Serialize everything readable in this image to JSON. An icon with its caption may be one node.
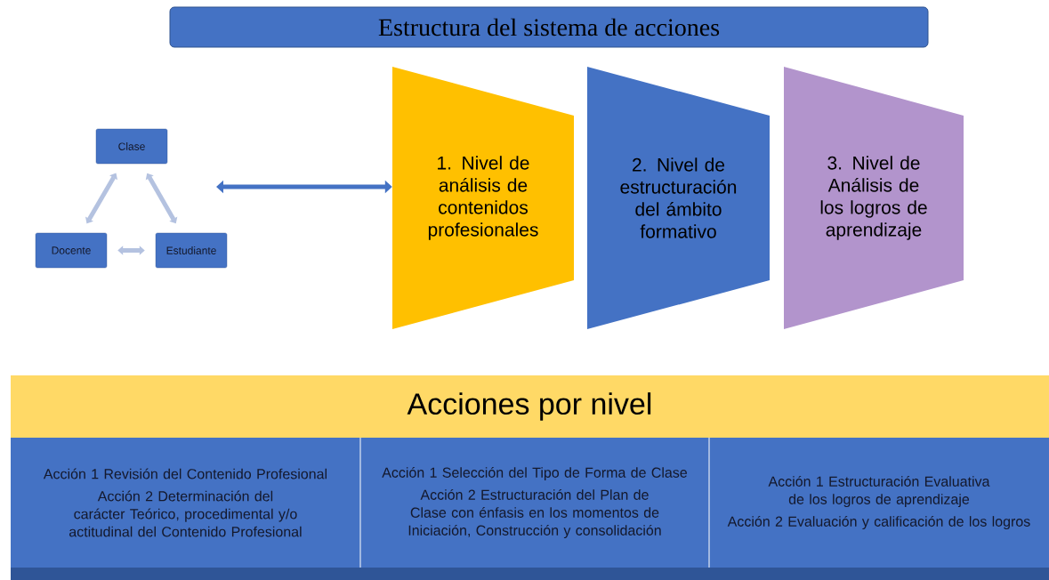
{
  "diagram": {
    "title": "Estructura del sistema de acciones",
    "nodes": [
      {
        "text": [
          "Clase"
        ]
      },
      {
        "text": [
          "Docente"
        ]
      },
      {
        "text": [
          "Estudiante"
        ]
      },
      {
        "text": [
          "1. Nivel de análisis de contenidos profesionales"
        ]
      },
      {
        "text": [
          "2. Nivel de estructuración del ámbito formativo"
        ]
      },
      {
        "text": [
          "3. Nivel de Análisis de los logros de aprendizaje"
        ]
      },
      {
        "text": [
          "Acciones por nivel"
        ]
      },
      {
        "text": [
          "Acción 1 Revisión del Contenido Profesional",
          "Acción 2 Determinación del carácter Teórico, procedimental y/o actitudinal del Contenido Profesional"
        ]
      },
      {
        "text": [
          "Acción 1 Selección del Tipo de Forma de Clase",
          "Acción 2 Estructuración del Plan de Clase con énfasis en los momentos de Iniciación, Construcción y consolidación"
        ]
      },
      {
        "text": [
          "Acción 1 Estructuración Evaluativa de los logros de aprendizaje",
          "Acción 2 Evaluación y calificación de los logros"
        ]
      }
    ],
    "edges": [
      {
        "from": 1,
        "to": 0,
        "arrow": "both"
      },
      {
        "from": 2,
        "to": 0,
        "arrow": "both"
      },
      {
        "from": 1,
        "to": 2,
        "arrow": "both"
      },
      {
        "from": null,
        "to": 3,
        "arrow": "both",
        "color": "#4472c4"
      }
    ]
  }
}
